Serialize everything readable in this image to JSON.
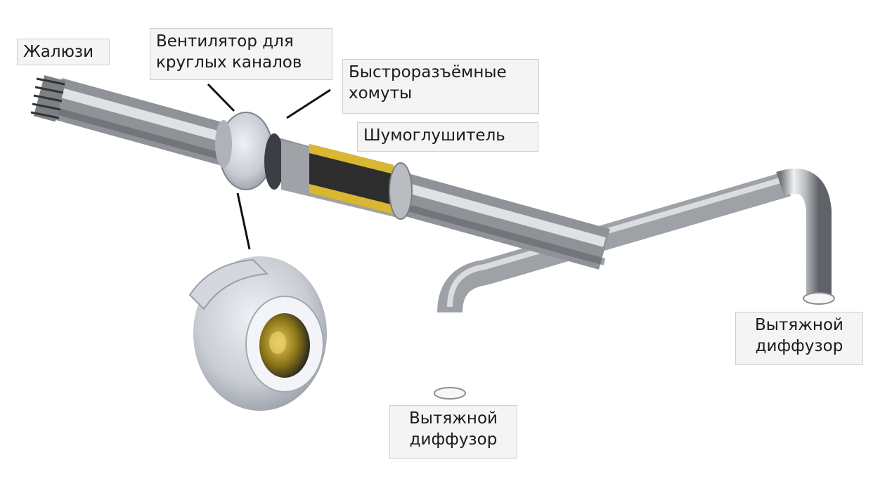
{
  "labels": {
    "louvers": "Жалюзи",
    "fan": "Вентилятор для\nкруглых каналов",
    "clamps": "Быстроразъёмные\nхомуты",
    "silencer": "Шумоглушитель",
    "diffuser_right": "Вытяжной\nдиффузор",
    "diffuser_left": "Вытяжной\nдиффузор"
  },
  "colors": {
    "duct": "#b9bcc0",
    "duct_highlight": "#eef0f2",
    "duct_shadow": "#6f7378",
    "insulation": "#d9b733",
    "fan_body": "#c9cdd4",
    "leader": "#111111"
  }
}
